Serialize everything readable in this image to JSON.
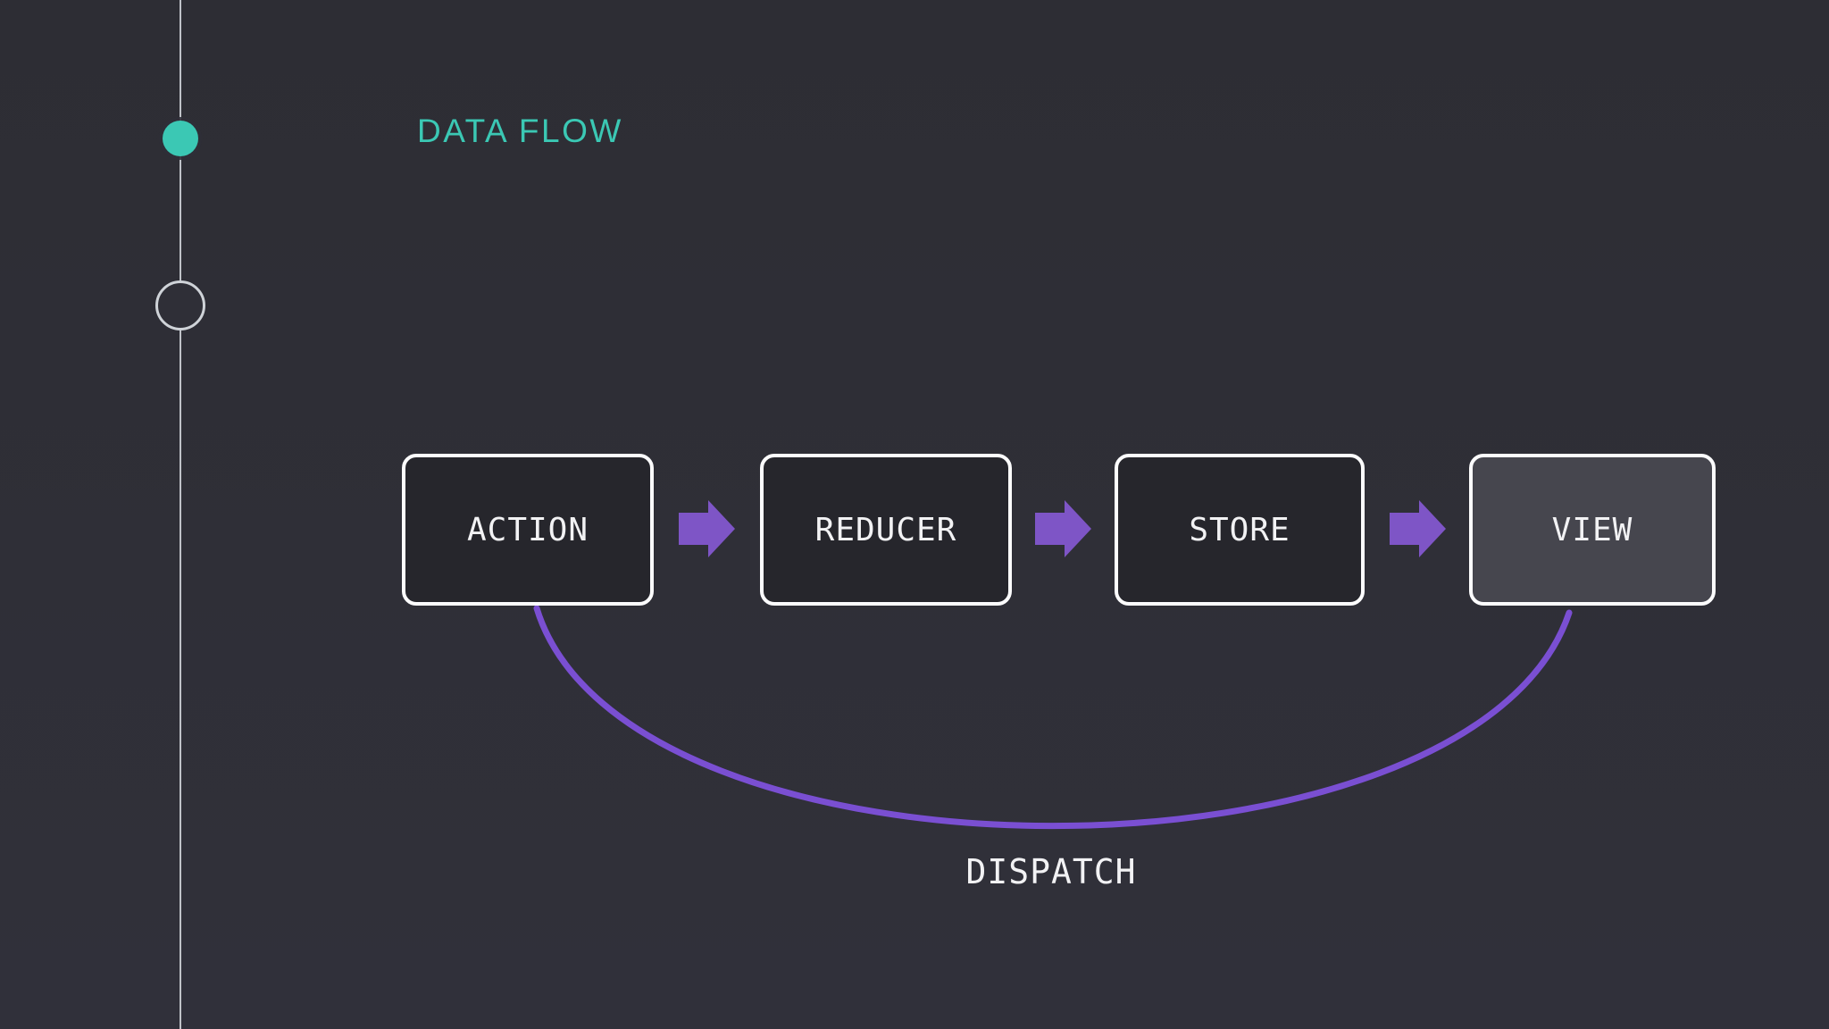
{
  "slide": {
    "section_label": "DATA FLOW"
  },
  "timeline": {
    "markers": [
      {
        "type": "filled-dot",
        "color": "#3bc8b4"
      },
      {
        "type": "outline-circle",
        "color": "#cfd3d8"
      }
    ]
  },
  "diagram": {
    "nodes": [
      {
        "label": "ACTION",
        "highlighted": false
      },
      {
        "label": "REDUCER",
        "highlighted": false
      },
      {
        "label": "STORE",
        "highlighted": false
      },
      {
        "label": "VIEW",
        "highlighted": true
      }
    ],
    "connector_label": "DISPATCH"
  },
  "colors": {
    "background": "#2f2f37",
    "accent_teal": "#3bc8b4",
    "accent_purple": "#7e55c6",
    "curve_purple": "#7a4fd2",
    "node_fill": "#26262c",
    "node_fill_highlighted": "#46464e",
    "node_border": "#fcfcfd",
    "text": "#f2f2f4",
    "timeline_line": "#cfd3d8"
  }
}
